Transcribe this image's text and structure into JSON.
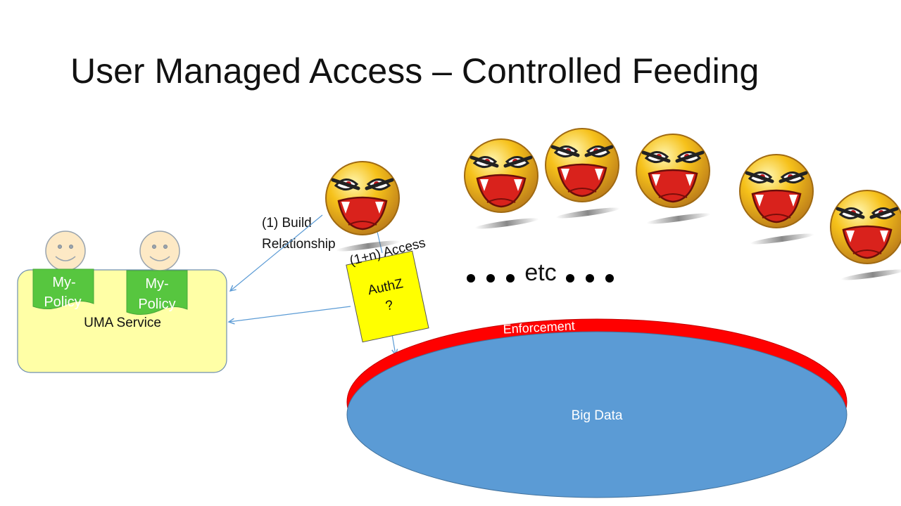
{
  "title": "User Managed Access – Controlled Feeding",
  "uma_service": {
    "label": "UMA Service",
    "policy_1": [
      "My-",
      "Policy"
    ],
    "policy_2": [
      "My-",
      "Policy"
    ]
  },
  "step_build": [
    "(1)  Build",
    "Relationship"
  ],
  "step_access": "(1+n) Access",
  "authz_card": [
    "AuthZ",
    "?"
  ],
  "etc_label": "etc",
  "enforcement_label": "Enforcement",
  "big_data_label": "Big Data",
  "colors": {
    "uma_fill": "#ffffa6",
    "policy_green": "#57c63f",
    "authz_yellow": "#ffff00",
    "enforcement_red": "#ff0000",
    "big_data_blue": "#5b9bd5",
    "arrow_blue": "#5b9bd5",
    "smiley_face": "#fde9c5",
    "vampire_yellow": "#f6c11a"
  },
  "icons": {
    "user": "smiley-user-icon",
    "vampire": "vampire-smiley-icon"
  }
}
